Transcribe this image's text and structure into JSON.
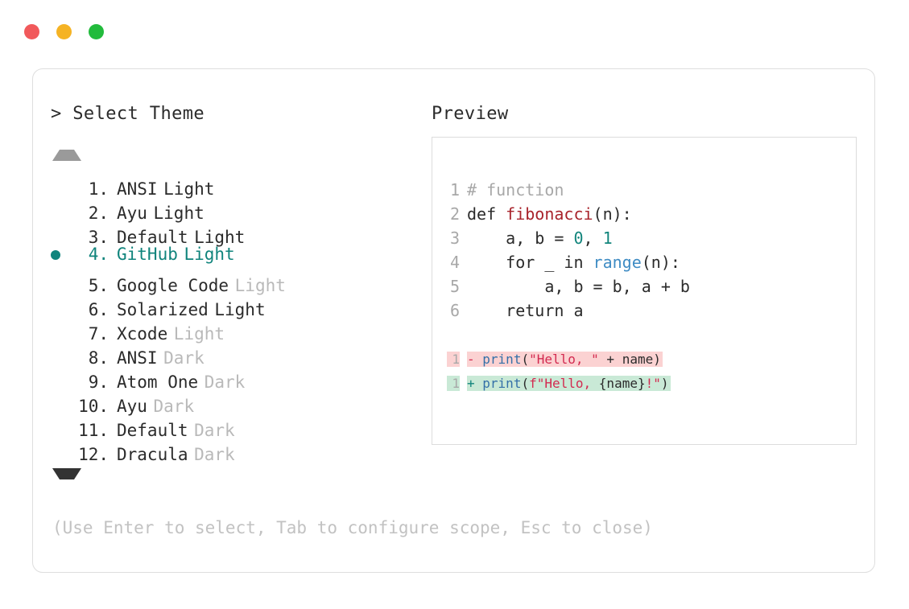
{
  "window": {
    "traffic_lights": [
      {
        "name": "close-button",
        "color": "#f1595b"
      },
      {
        "name": "minimize-button",
        "color": "#f5b324"
      },
      {
        "name": "maximize-button",
        "color": "#22bb3c"
      }
    ]
  },
  "accent_color": "#10847c",
  "theme_panel": {
    "title": "> Select Theme",
    "scroll_up_indicator": "▲",
    "scroll_down_indicator": "▼",
    "selected_index": 4,
    "items": [
      {
        "index": "1.",
        "name": "ANSI",
        "variant": "Light",
        "variant_dim": false,
        "selected": false
      },
      {
        "index": "2.",
        "name": "Ayu",
        "variant": "Light",
        "variant_dim": false,
        "selected": false
      },
      {
        "index": "3.",
        "name": "Default",
        "variant": "Light",
        "variant_dim": false,
        "selected": false
      },
      {
        "index": "4.",
        "name": "GitHub",
        "variant": "Light",
        "variant_dim": false,
        "selected": true
      },
      {
        "index": "5.",
        "name": "Google Code",
        "variant": "Light",
        "variant_dim": true,
        "selected": false
      },
      {
        "index": "6.",
        "name": "Solarized",
        "variant": "Light",
        "variant_dim": false,
        "selected": false
      },
      {
        "index": "7.",
        "name": "Xcode",
        "variant": "Light",
        "variant_dim": true,
        "selected": false
      },
      {
        "index": "8.",
        "name": "ANSI",
        "variant": "Dark",
        "variant_dim": true,
        "selected": false
      },
      {
        "index": "9.",
        "name": "Atom One",
        "variant": "Dark",
        "variant_dim": true,
        "selected": false
      },
      {
        "index": "10.",
        "name": "Ayu",
        "variant": "Dark",
        "variant_dim": true,
        "selected": false
      },
      {
        "index": "11.",
        "name": "Default",
        "variant": "Dark",
        "variant_dim": true,
        "selected": false
      },
      {
        "index": "12.",
        "name": "Dracula",
        "variant": "Dark",
        "variant_dim": true,
        "selected": false
      }
    ],
    "hint": "(Use Enter to select, Tab to configure scope, Esc to close)"
  },
  "preview_panel": {
    "title": "Preview",
    "code_lines": [
      {
        "ln": "1",
        "tokens": [
          {
            "t": "# function",
            "c": "comment"
          }
        ]
      },
      {
        "ln": "2",
        "tokens": [
          {
            "t": "def ",
            "c": "kw"
          },
          {
            "t": "fibonacci",
            "c": "fn"
          },
          {
            "t": "(n):",
            "c": "plain"
          }
        ]
      },
      {
        "ln": "3",
        "tokens": [
          {
            "t": "    a, b = ",
            "c": "plain"
          },
          {
            "t": "0",
            "c": "num"
          },
          {
            "t": ", ",
            "c": "plain"
          },
          {
            "t": "1",
            "c": "num"
          }
        ]
      },
      {
        "ln": "4",
        "tokens": [
          {
            "t": "    for _ in ",
            "c": "plain"
          },
          {
            "t": "range",
            "c": "builtin"
          },
          {
            "t": "(n):",
            "c": "plain"
          }
        ]
      },
      {
        "ln": "5",
        "tokens": [
          {
            "t": "        a, b = b, a + b",
            "c": "plain"
          }
        ]
      },
      {
        "ln": "6",
        "tokens": [
          {
            "t": "    return a",
            "c": "plain"
          }
        ]
      }
    ],
    "diff_lines": [
      {
        "ln": "1",
        "kind": "del",
        "marker": "-",
        "tokens": [
          {
            "t": " ",
            "c": "plain"
          },
          {
            "t": "print",
            "c": "call"
          },
          {
            "t": "(",
            "c": "plain"
          },
          {
            "t": "\"Hello, \"",
            "c": "str"
          },
          {
            "t": " + name)",
            "c": "plain"
          }
        ]
      },
      {
        "ln": "1",
        "kind": "add",
        "marker": "+",
        "tokens": [
          {
            "t": " ",
            "c": "plain"
          },
          {
            "t": "print",
            "c": "call"
          },
          {
            "t": "(",
            "c": "plain"
          },
          {
            "t": "f\"Hello, ",
            "c": "str"
          },
          {
            "t": "{name}",
            "c": "plain"
          },
          {
            "t": "!\"",
            "c": "str"
          },
          {
            "t": ")",
            "c": "plain"
          }
        ]
      }
    ]
  }
}
